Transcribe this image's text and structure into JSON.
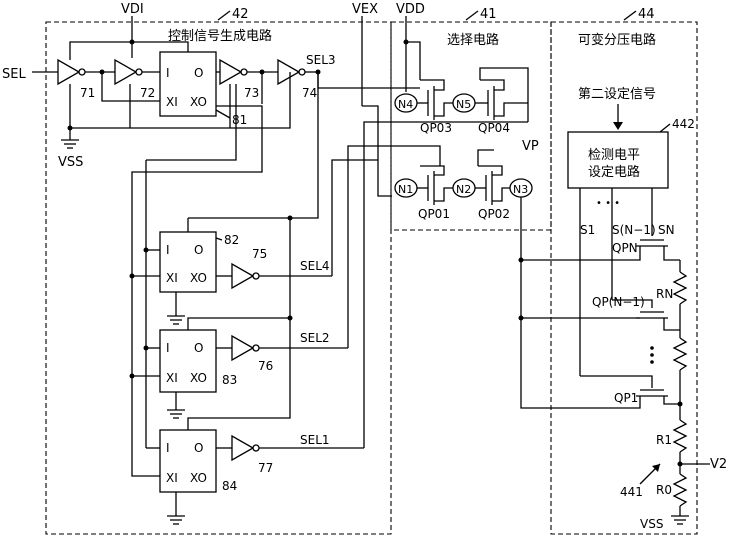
{
  "pins": {
    "sel": "SEL",
    "vdi": "VDI",
    "vex": "VEX",
    "vdd": "VDD",
    "vss_left": "VSS",
    "vss_right": "VSS",
    "vp": "VP",
    "v2": "V2"
  },
  "blocks": {
    "block42": {
      "ref": "42",
      "title": "控制信号生成电路"
    },
    "block41": {
      "ref": "41",
      "title": "选择电路"
    },
    "block44": {
      "ref": "44",
      "title": "可变分压电路"
    },
    "block442": {
      "ref": "442",
      "line1": "检测电平",
      "line2": "设定电路"
    },
    "signal2": "第二设定信号",
    "divider441": "441"
  },
  "inverters": {
    "inv71": "71",
    "inv72": "72",
    "inv73": "73",
    "inv74": "74",
    "inv75": "75",
    "inv76": "76",
    "inv77": "77"
  },
  "shifters": {
    "ls81": {
      "ref": "81",
      "i": "I",
      "o": "O",
      "xi": "XI",
      "xo": "XO"
    },
    "ls82": {
      "ref": "82",
      "i": "I",
      "o": "O",
      "xi": "XI",
      "xo": "XO"
    },
    "ls83": {
      "ref": "83",
      "i": "I",
      "o": "O",
      "xi": "XI",
      "xo": "XO"
    },
    "ls84": {
      "ref": "84",
      "i": "I",
      "o": "O",
      "xi": "XI",
      "xo": "XO"
    }
  },
  "signals": {
    "sel1": "SEL1",
    "sel2": "SEL2",
    "sel3": "SEL3",
    "sel4": "SEL4",
    "s1": "S1",
    "sn1": "S(N−1)",
    "sn": "SN",
    "dots": "• • •"
  },
  "nodes": {
    "n1": "N1",
    "n2": "N2",
    "n3": "N3",
    "n4": "N4",
    "n5": "N5"
  },
  "transistors": {
    "qp01": "QP01",
    "qp02": "QP02",
    "qp03": "QP03",
    "qp04": "QP04",
    "qpn": "QPN",
    "qpn1": "QP(N−1)",
    "qp1": "QP1"
  },
  "resistors": {
    "rn": "RN",
    "r1": "R1",
    "r0": "R0"
  }
}
